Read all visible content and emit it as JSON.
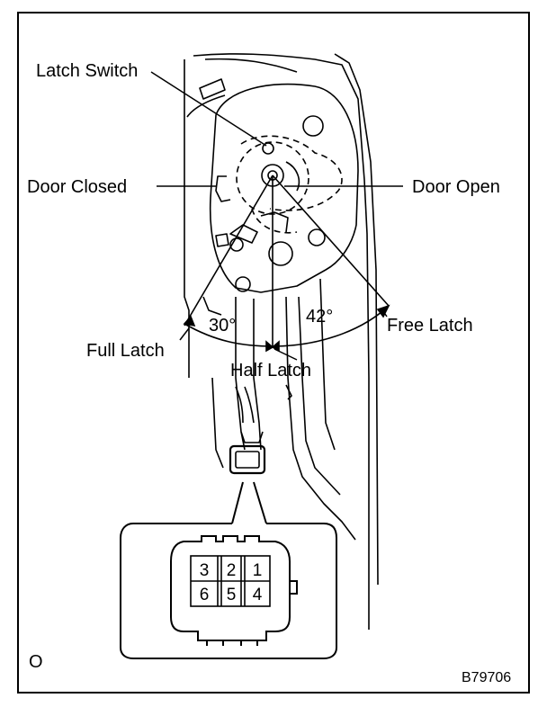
{
  "labels": {
    "latch_switch": "Latch Switch",
    "door_closed": "Door Closed",
    "door_open": "Door Open",
    "angle_left": "30°",
    "angle_right": "42°",
    "full_latch": "Full Latch",
    "half_latch": "Half Latch",
    "free_latch": "Free Latch"
  },
  "connector": {
    "pins_top": [
      "3",
      "2",
      "1"
    ],
    "pins_bottom": [
      "6",
      "5",
      "4"
    ]
  },
  "corner_mark": "O",
  "figure_code": "B79706"
}
